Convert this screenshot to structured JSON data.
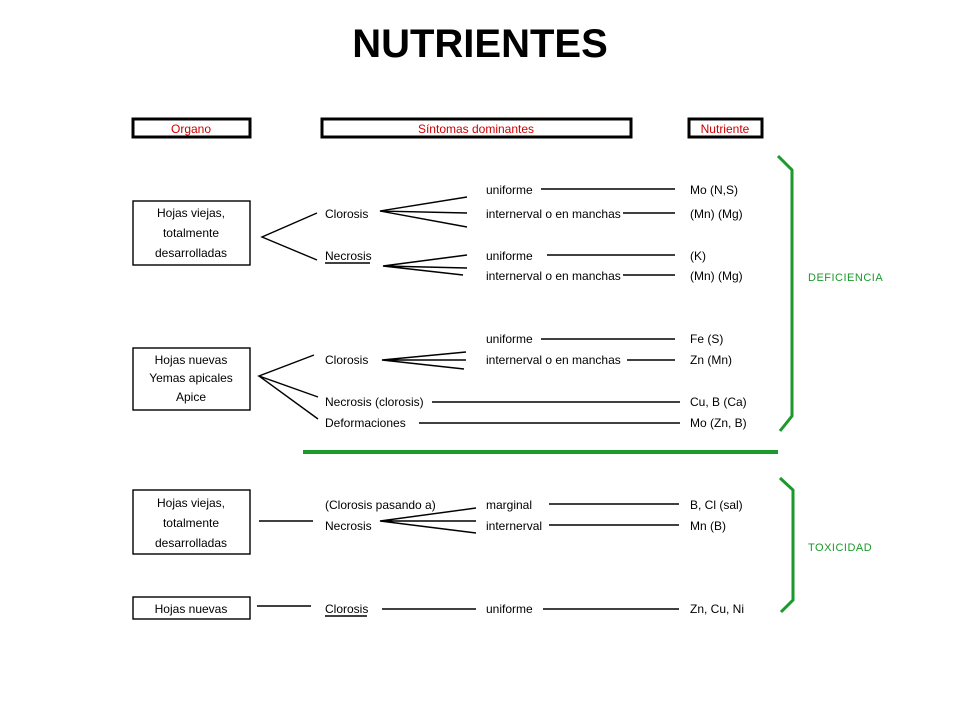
{
  "title": "NUTRIENTES",
  "headers": {
    "organ": "Organo",
    "symptoms": "Síntomas dominantes",
    "nutrient": "Nutriente"
  },
  "organs": {
    "old_leaves_line1": "Hojas viejas,",
    "old_leaves_line2": "totalmente",
    "old_leaves_line3": "desarrolladas",
    "new_leaves_line1": "Hojas nuevas",
    "new_leaves_line2": "Yemas apicales",
    "new_leaves_line3": "Apice",
    "tox_old_line1": "Hojas viejas,",
    "tox_old_line2": "totalmente",
    "tox_old_line3": "desarrolladas",
    "tox_new": "Hojas nuevas"
  },
  "symptoms": {
    "clorosis_1": "Clorosis",
    "necrosis_1": "Necrosis",
    "clorosis_2": "Clorosis",
    "necrosis_clorosis": "Necrosis (clorosis)",
    "deformaciones": "Deformaciones",
    "clorosis_pasando": "(Clorosis pasando a)",
    "necrosis_tox": "Necrosis",
    "clorosis_tox": "Clorosis"
  },
  "patterns": {
    "p1": "uniforme",
    "p2": "internerval o en manchas",
    "p3": "uniforme",
    "p4": "internerval o en manchas",
    "p5": "uniforme",
    "p6": "internerval o en manchas",
    "p7": "marginal",
    "p8": "internerval",
    "p9": "uniforme"
  },
  "nutrients": {
    "n1": "Mo (N,S)",
    "n2": "(Mn) (Mg)",
    "n3": "(K)",
    "n4": "(Mn) (Mg)",
    "n5": "Fe (S)",
    "n6": "Zn (Mn)",
    "n7": "Cu, B (Ca)",
    "n8": "Mo (Zn, B)",
    "n9": "B, Cl (sal)",
    "n10": "Mn (B)",
    "n11": "Zn, Cu, Ni"
  },
  "categories": {
    "deficiency": "DEFICIENCIA",
    "toxicity": "TOXICIDAD"
  },
  "colors": {
    "header_text": "#d00000",
    "category_green": "#1a9a2a"
  }
}
